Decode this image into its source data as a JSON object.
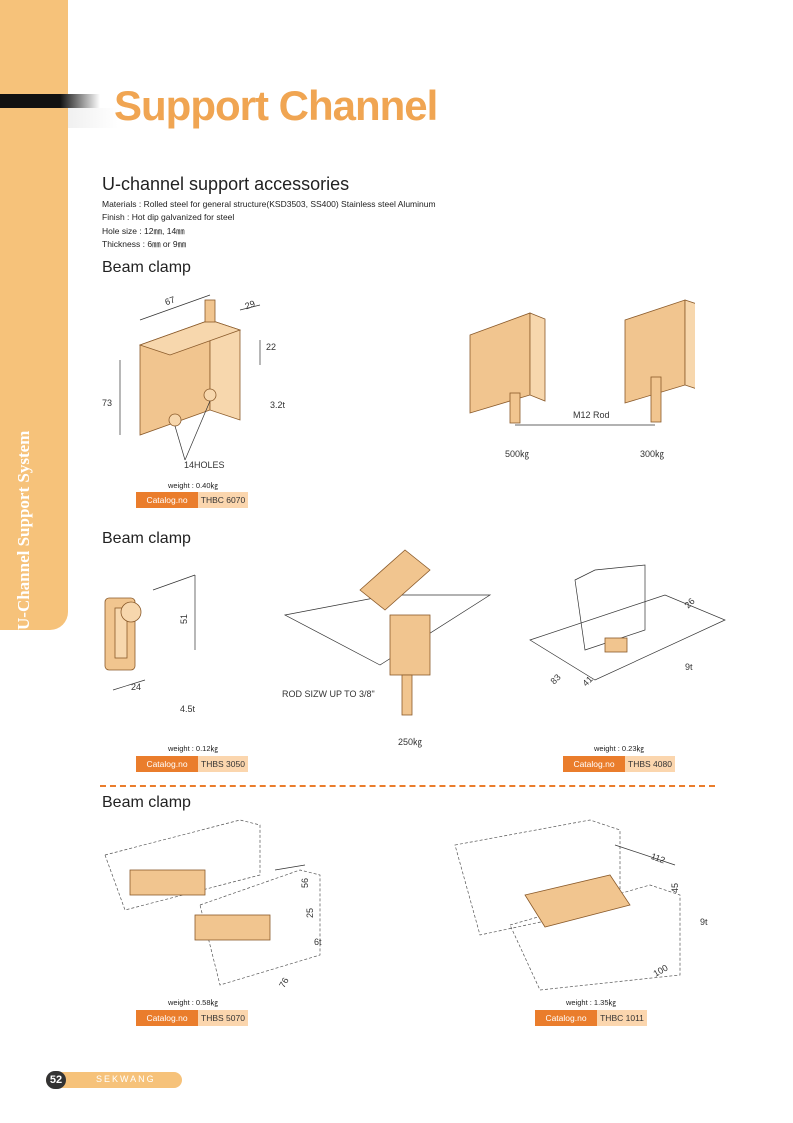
{
  "sidebar": {
    "label": "U-Channel Support System"
  },
  "header": {
    "title": "Support Channel"
  },
  "intro": {
    "heading": "U-channel support accessories",
    "materials": "Materials : Rolled steel for general structure(KSD3503, SS400) Stainless steel Aluminum",
    "finish": "Finish : Hot dip galvanized for steel",
    "hole_size": "Hole size : 12㎜, 14㎜",
    "thickness": "Thickness : 6㎜ or 9㎜"
  },
  "sections": [
    {
      "title": "Beam clamp"
    },
    {
      "title": "Beam clamp"
    },
    {
      "title": "Beam clamp"
    }
  ],
  "products": [
    {
      "weight": "weight : 0.40㎏",
      "catalog_label": "Catalog.no",
      "catalog_no": "THBC 6070",
      "dims": [
        "67",
        "29",
        "22",
        "73",
        "3.2t",
        "14HOLES"
      ]
    },
    {
      "loads": [
        "500㎏",
        "300㎏"
      ],
      "rod": "M12 Rod"
    },
    {
      "weight": "weight : 0.12㎏",
      "catalog_label": "Catalog.no",
      "catalog_no": "THBS 3050",
      "dims": [
        "51",
        "24",
        "4.5t"
      ]
    },
    {
      "rod_note": "ROD SIZW UP TO 3/8\"",
      "load": "250㎏"
    },
    {
      "weight": "weight : 0.23㎏",
      "catalog_label": "Catalog.no",
      "catalog_no": "THBS 4080",
      "dims": [
        "26",
        "9t",
        "83",
        "41"
      ]
    },
    {
      "weight": "weight : 0.58㎏",
      "catalog_label": "Catalog.no",
      "catalog_no": "THBS 5070",
      "dims": [
        "56",
        "25",
        "6t",
        "76"
      ]
    },
    {
      "weight": "weight : 1.35㎏",
      "catalog_label": "Catalog.no",
      "catalog_no": "THBC 1011",
      "dims": [
        "112",
        "45",
        "9t",
        "100"
      ]
    }
  ],
  "footer": {
    "page": "52",
    "brand": "SEKWANG"
  }
}
